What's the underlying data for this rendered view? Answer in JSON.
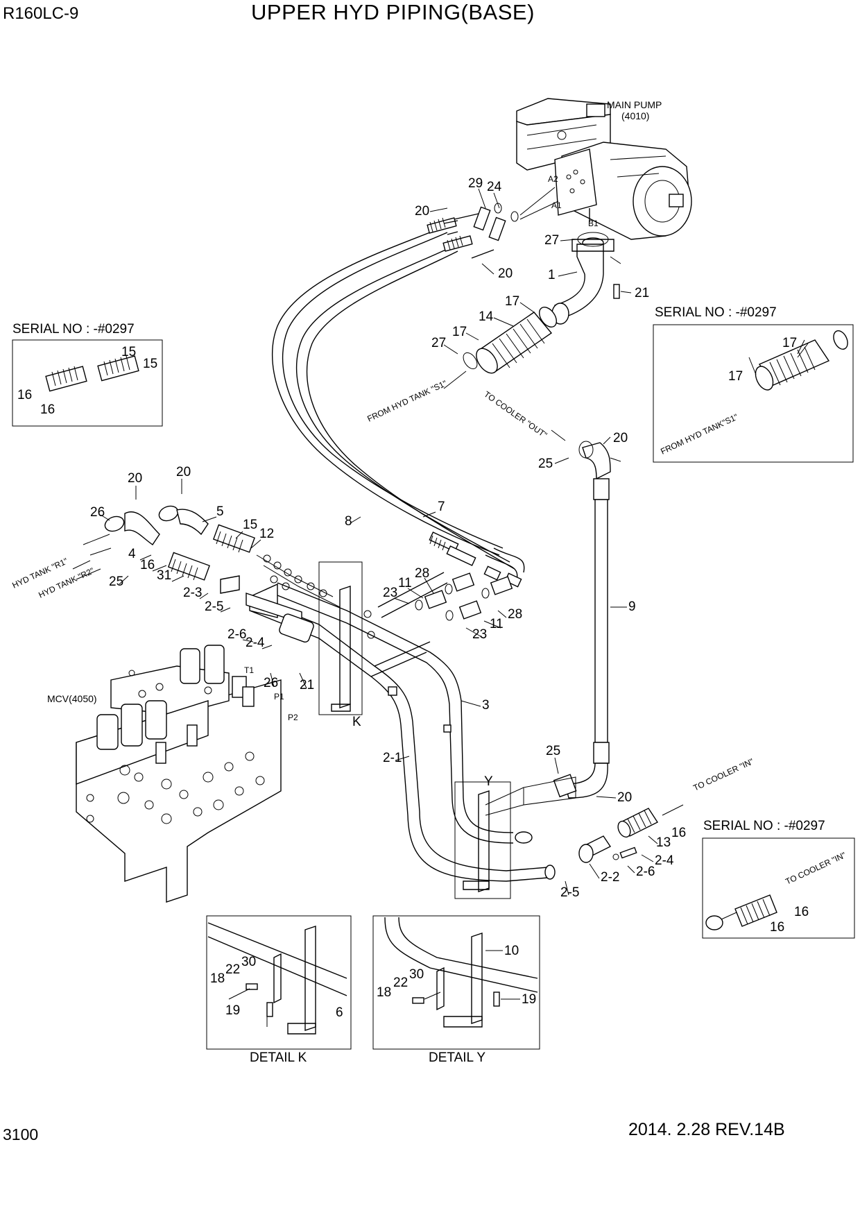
{
  "header": {
    "model": "R160LC-9",
    "title": "UPPER HYD PIPING(BASE)"
  },
  "footer": {
    "page": "3100",
    "revision": "2014. 2.28  REV.14B"
  },
  "components": {
    "main_pump": "MAIN PUMP",
    "main_pump_code": "(4010)",
    "mcv": "MCV(4050)",
    "ports": {
      "a1": "A1",
      "a2": "A2",
      "b1": "B1",
      "t1": "T1",
      "p1": "P1",
      "p2": "P2"
    },
    "detail_letters": {
      "k": "K",
      "y": "Y"
    }
  },
  "flow_labels": {
    "from_tank_s1": "FROM HYD TANK \"S1\"",
    "to_cooler_out": "TO COOLER \"OUT\"",
    "to_cooler_in": "TO COOLER \"IN\"",
    "hyd_tank_r1": "HYD TANK \"R1\"",
    "hyd_tank_r2": "HYD TANK \"R2\""
  },
  "serial_boxes": {
    "left": {
      "label": "SERIAL NO : -#0297",
      "callouts": [
        "15",
        "15",
        "16",
        "16"
      ]
    },
    "right_top": {
      "label": "SERIAL NO : -#0297",
      "callouts": [
        "17",
        "17"
      ],
      "flow": "FROM HYD TANK\"S1\""
    },
    "right_bottom": {
      "label": "SERIAL NO : -#0297",
      "callouts": [
        "16",
        "16"
      ],
      "flow": "TO COOLER \"IN\""
    }
  },
  "details": {
    "k": {
      "label": "DETAIL K",
      "callouts": [
        "30",
        "22",
        "18",
        "19",
        "6"
      ]
    },
    "y": {
      "label": "DETAIL Y",
      "callouts": [
        "10",
        "30",
        "22",
        "18",
        "19"
      ]
    }
  },
  "callouts": {
    "c29": "29",
    "c24": "24",
    "c20a": "20",
    "c20b": "20",
    "c27a": "27",
    "c1": "1",
    "c21a": "21",
    "c17a": "17",
    "c14": "14",
    "c17b": "17",
    "c27b": "27",
    "c20c": "20",
    "c25a": "25",
    "c20d": "20",
    "c20e": "20",
    "c26a": "26",
    "c5": "5",
    "c15": "15",
    "c12": "12",
    "c4": "4",
    "c16a": "16",
    "c31": "31",
    "c25b": "25",
    "c23": "2-3",
    "c25c": "2-5",
    "c26": "2-6",
    "c24b": "2-4",
    "c26b": "26",
    "c21b": "21",
    "c8": "8",
    "c7": "7",
    "c28a": "28",
    "c11a": "11",
    "c23a": "23",
    "c28b": "28",
    "c11b": "11",
    "c23b": "23",
    "c9": "9",
    "c3": "3",
    "c21c": "2-1",
    "c25d": "25",
    "c20f": "20",
    "c13": "13",
    "c16b": "16",
    "c24c": "2-4",
    "c26c": "2-6",
    "c22": "2-2",
    "c25e": "2-5"
  }
}
